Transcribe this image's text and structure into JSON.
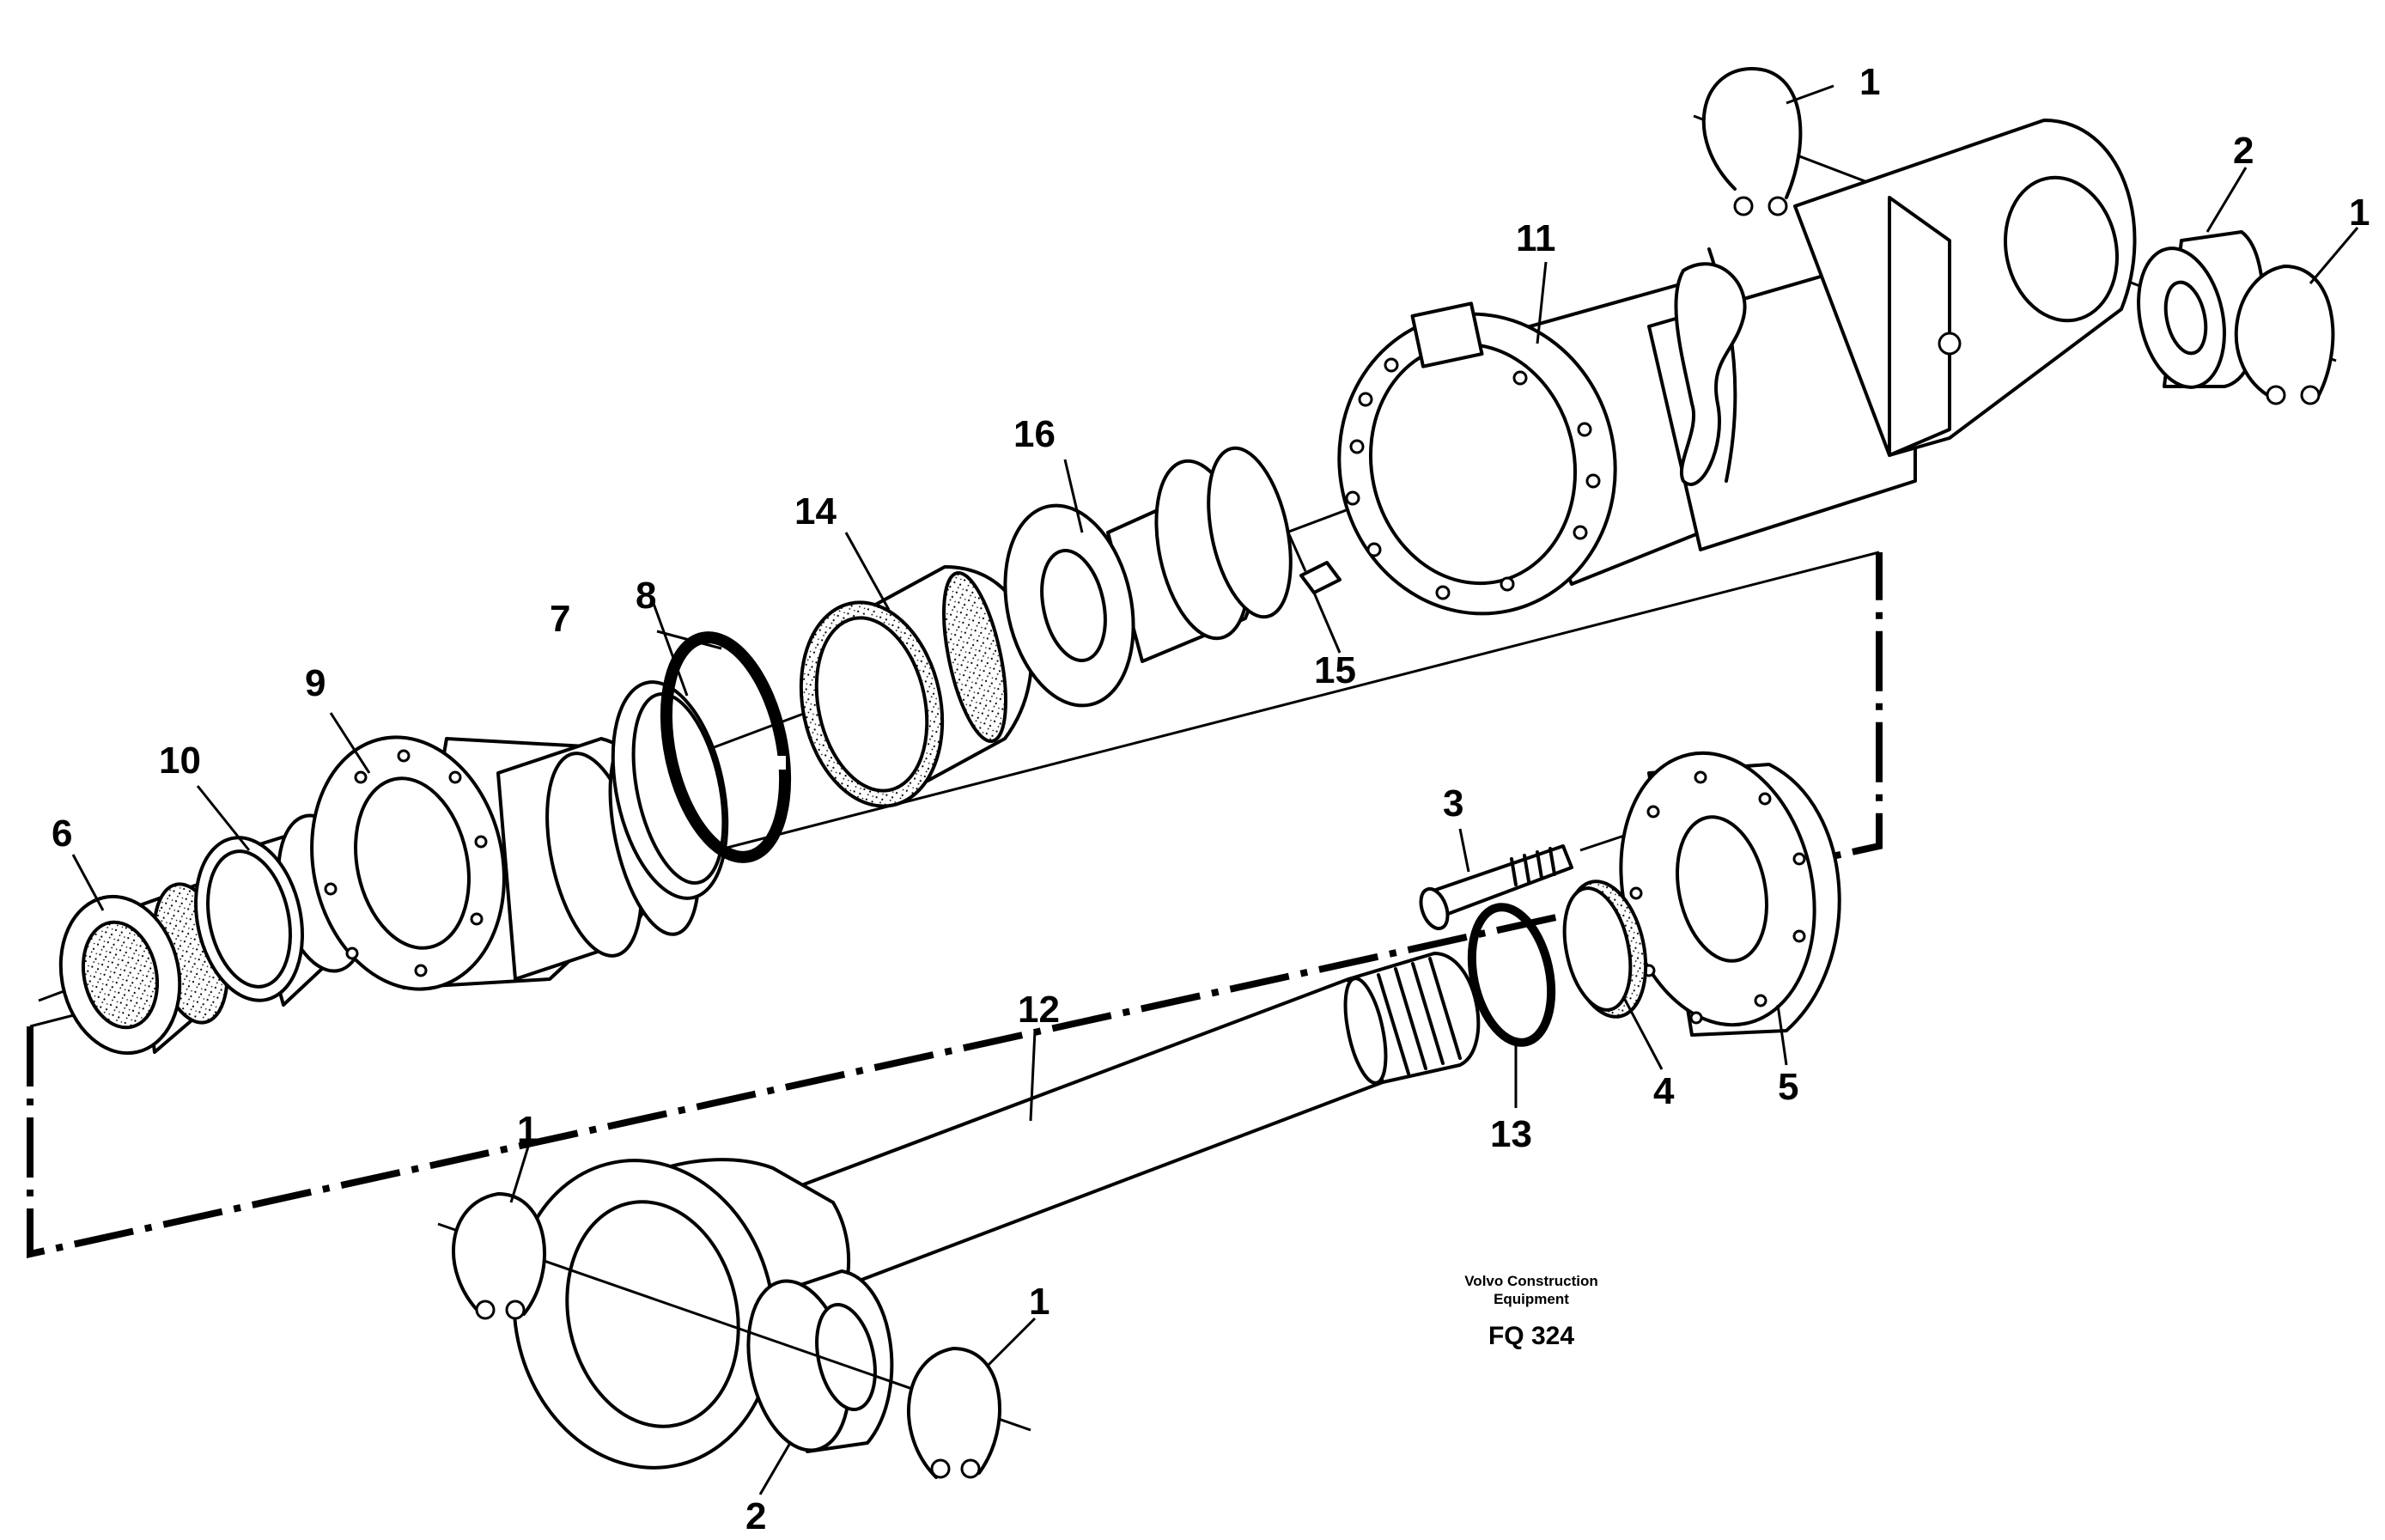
{
  "caption": {
    "line1": "Volvo Construction",
    "line2": "Equipment",
    "code": "FQ 324"
  },
  "callouts": {
    "c1a": "1",
    "c1b": "1",
    "c1c": "1",
    "c1d": "1",
    "c2a": "2",
    "c2b": "2",
    "c3": "3",
    "c4": "4",
    "c5": "5",
    "c6": "6",
    "c7": "7",
    "c8": "8",
    "c9": "9",
    "c10": "10",
    "c11": "11",
    "c12": "12",
    "c13": "13",
    "c14": "14",
    "c15": "15",
    "c16": "16"
  }
}
